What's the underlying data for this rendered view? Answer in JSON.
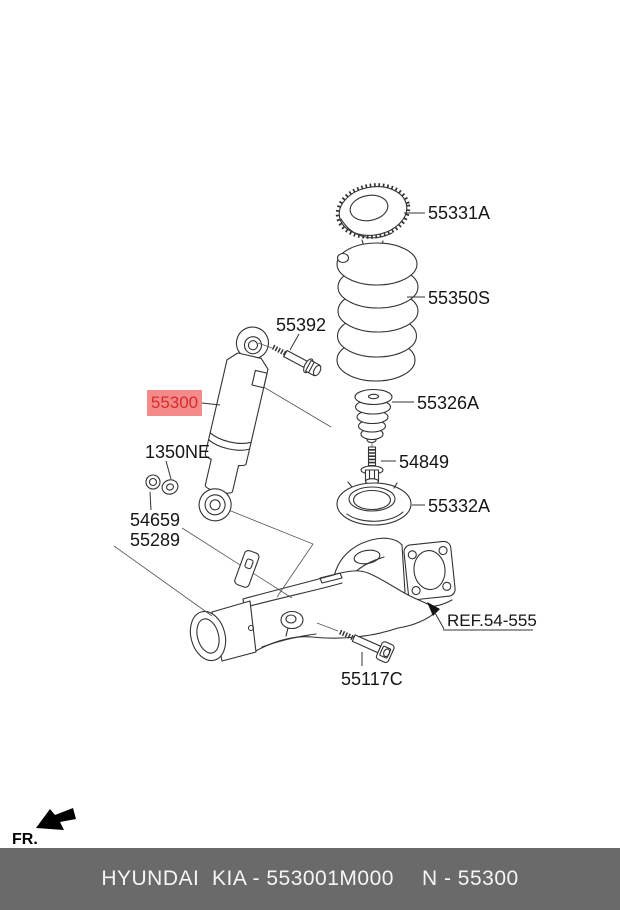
{
  "colors": {
    "line": "#333333",
    "highlight_bg": "#f38b8b",
    "highlight_text": "#d92b2b",
    "footer_bg": "#6a6a6a",
    "footer_text": "#f5f5f5"
  },
  "parts": {
    "insulator": "55331A",
    "spring": "55350S",
    "upper_bolt": "55392",
    "shock": "55300",
    "nut": "1350NE",
    "washer": "54659",
    "bracket": "55289",
    "bumper": "55326A",
    "stopper_bolt": "54849",
    "pad": "55332A",
    "ref": "REF.54-555",
    "lower_bolt": "55117C"
  },
  "direction_label": "FR.",
  "footer": {
    "catalog": "HYUNDAI  KIA - 553001M000",
    "part_no": "N - 55300"
  }
}
